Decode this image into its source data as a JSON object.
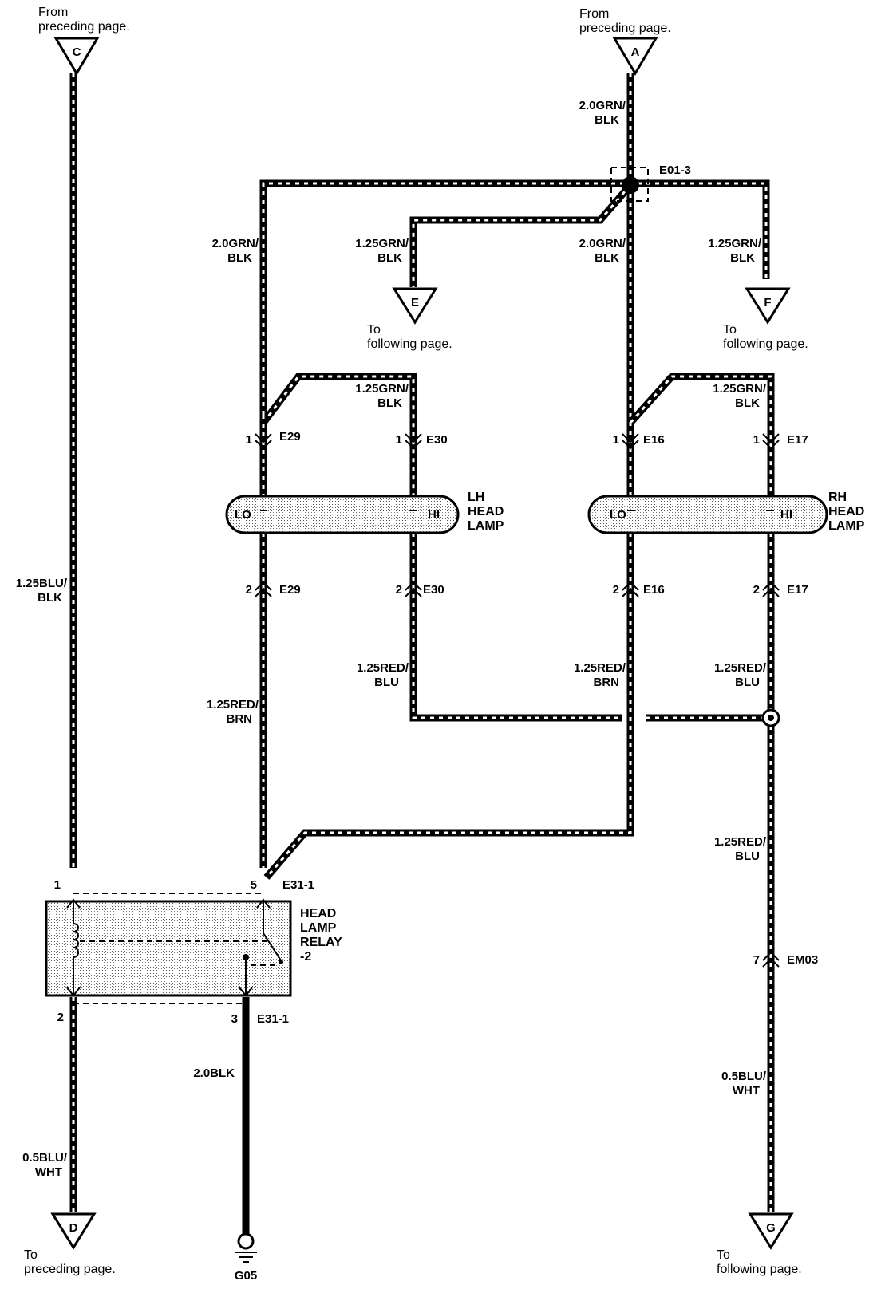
{
  "offpage": {
    "C": {
      "letter": "C",
      "line1": "From",
      "line2": "preceding page."
    },
    "A": {
      "letter": "A",
      "line1": "From",
      "line2": "preceding page."
    },
    "E": {
      "letter": "E",
      "line1": "To",
      "line2": "following page."
    },
    "F": {
      "letter": "F",
      "line1": "To",
      "line2": "following page."
    },
    "D": {
      "letter": "D",
      "line1": "To",
      "line2": "preceding page."
    },
    "G": {
      "letter": "G",
      "line1": "To",
      "line2": "following page."
    }
  },
  "splice": "E01-3",
  "wires": {
    "a_top": [
      "2.0GRN/",
      "BLK"
    ],
    "lh_lo_feed": [
      "2.0GRN/",
      "BLK"
    ],
    "e_feed": [
      "1.25GRN/",
      "BLK"
    ],
    "rh_lo_feed": [
      "2.0GRN/",
      "BLK"
    ],
    "f_feed": [
      "1.25GRN/",
      "BLK"
    ],
    "lh_hi_feed": [
      "1.25GRN/",
      "BLK"
    ],
    "rh_hi_feed": [
      "1.25GRN/",
      "BLK"
    ],
    "c_wire": [
      "1.25BLU/",
      "BLK"
    ],
    "lh_lo_ret": [
      "1.25RED/",
      "BRN"
    ],
    "lh_hi_ret": [
      "1.25RED/",
      "BLU"
    ],
    "rh_lo_ret": [
      "1.25RED/",
      "BRN"
    ],
    "rh_hi_ret": [
      "1.25RED/",
      "BLU"
    ],
    "rh_hi_down": [
      "1.25RED/",
      "BLU"
    ],
    "ground": [
      "2.0BLK"
    ],
    "d_wire": [
      "0.5BLU/",
      "WHT"
    ],
    "g_wire": [
      "0.5BLU/",
      "WHT"
    ]
  },
  "connectors": {
    "e29_top": {
      "pin": "1",
      "name": "E29"
    },
    "e30_top": {
      "pin": "1",
      "name": "E30"
    },
    "e16_top": {
      "pin": "1",
      "name": "E16"
    },
    "e17_top": {
      "pin": "1",
      "name": "E17"
    },
    "e29_bot": {
      "pin": "2",
      "name": "E29"
    },
    "e30_bot": {
      "pin": "2",
      "name": "E30"
    },
    "e16_bot": {
      "pin": "2",
      "name": "E16"
    },
    "e17_bot": {
      "pin": "2",
      "name": "E17"
    },
    "em03": {
      "pin": "7",
      "name": "EM03"
    },
    "relay_top_name": "E31-1",
    "relay_bot_name": "E31-1",
    "relay_pin1": "1",
    "relay_pin5": "5",
    "relay_pin2": "2",
    "relay_pin3": "3"
  },
  "lamps": {
    "lh": {
      "lo": "LO",
      "hi": "HI",
      "name": [
        "LH",
        "HEAD",
        "LAMP"
      ]
    },
    "rh": {
      "lo": "LO",
      "hi": "HI",
      "name": [
        "RH",
        "HEAD",
        "LAMP"
      ]
    }
  },
  "relay": {
    "name": [
      "HEAD",
      "LAMP",
      "RELAY",
      "-2"
    ]
  },
  "ground_label": "G05"
}
